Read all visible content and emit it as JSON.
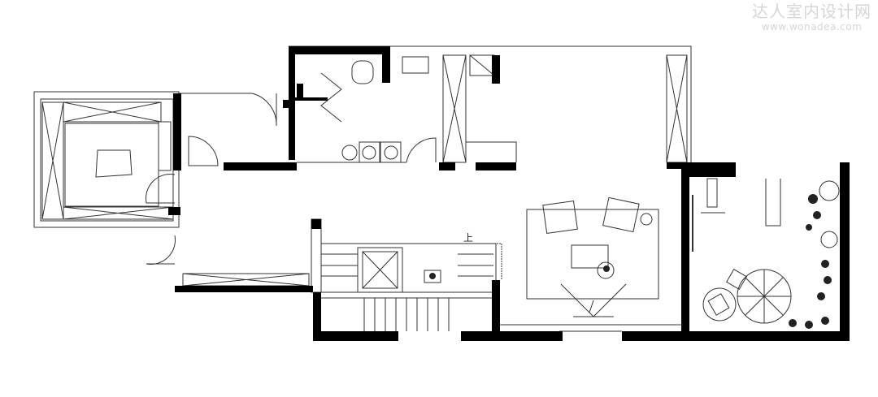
{
  "watermark": {
    "name": "达人室内设计网",
    "url": "www.wonadea.com"
  },
  "labels": {
    "stair_up": "上"
  },
  "colors": {
    "wall": "#000000",
    "line": "#333333",
    "background": "#ffffff",
    "watermark": "#d6d6d6"
  }
}
